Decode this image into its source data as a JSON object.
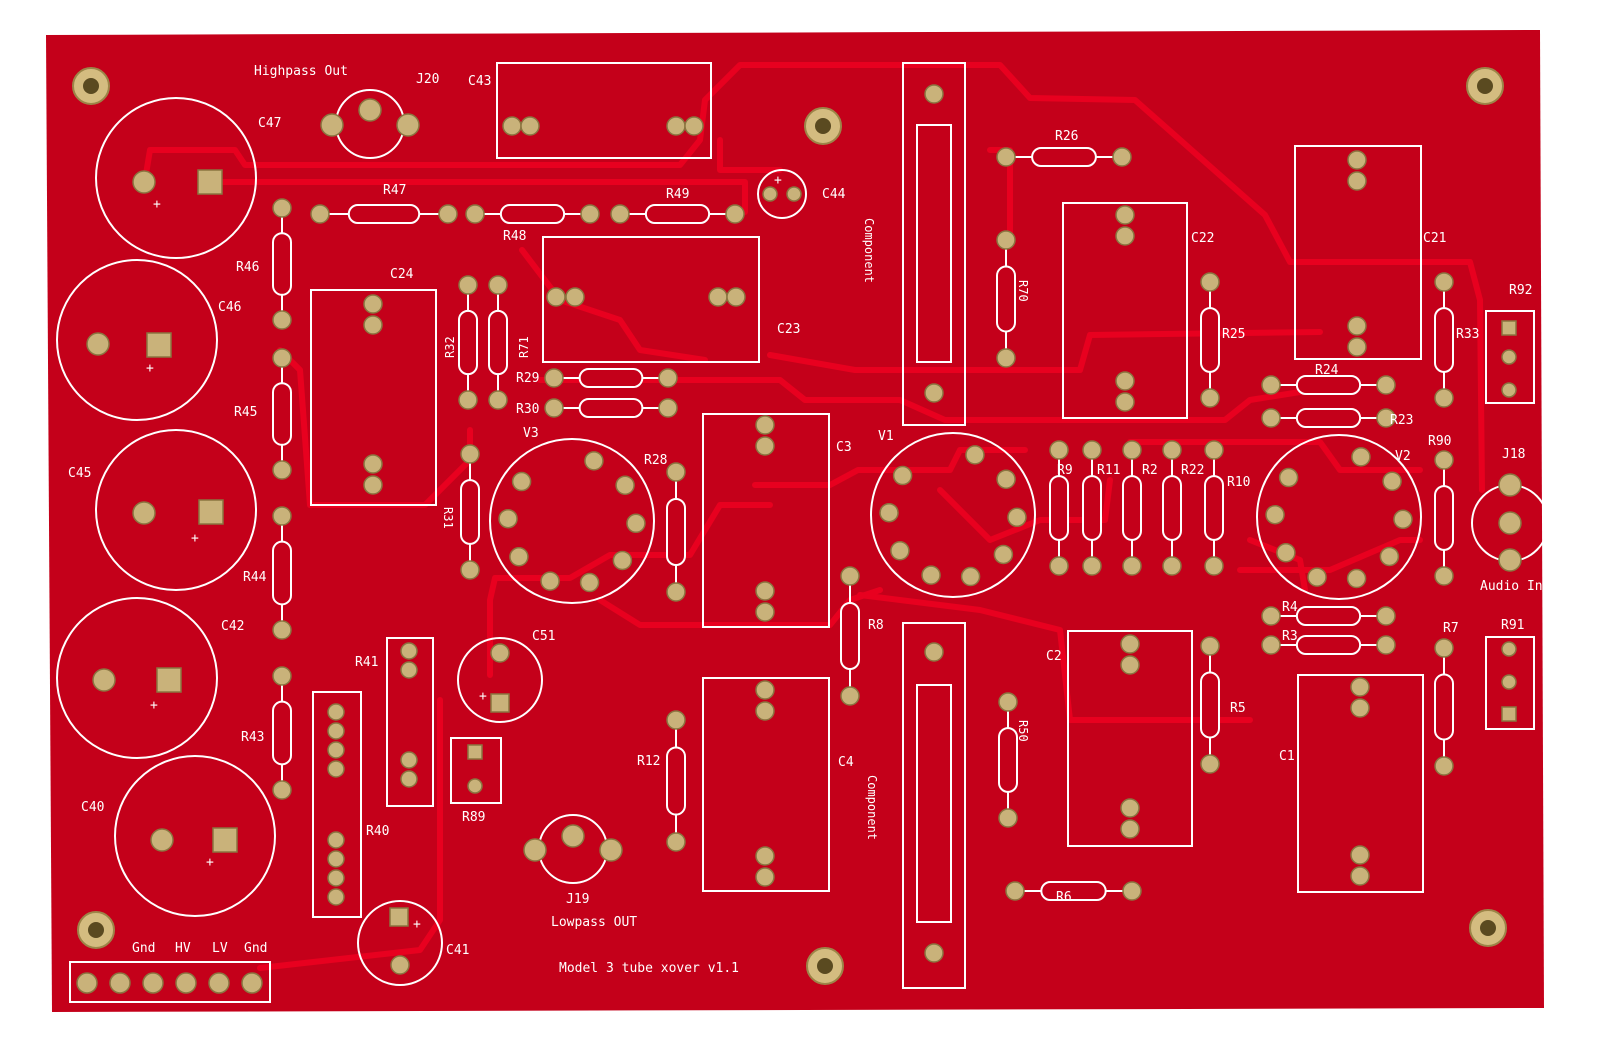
{
  "board": {
    "title": "Model 3 tube xover v1.1",
    "colors": {
      "board": "#c4001a",
      "trace": "#e8001f",
      "silkscreen": "#ffffff",
      "pad": "#c9b27a"
    }
  },
  "connectors": {
    "highpass_out": "Highpass Out",
    "lowpass_out": "Lowpass OUT",
    "audio_in": "Audio In",
    "power": {
      "gnd1": "Gnd",
      "hv": "HV",
      "lv": "LV",
      "gnd2": "Gnd"
    }
  },
  "labels": {
    "J20": "J20",
    "J19": "J19",
    "J18": "J18",
    "C47": "C47",
    "C46": "C46",
    "C45": "C45",
    "C42": "C42",
    "C40": "C40",
    "C41": "C41",
    "C43": "C43",
    "C44": "C44",
    "C24": "C24",
    "C23": "C23",
    "C22": "C22",
    "C21": "C21",
    "C3": "C3",
    "C4": "C4",
    "C2": "C2",
    "C1": "C1",
    "C51": "C51",
    "R47": "R47",
    "R48": "R48",
    "R49": "R49",
    "R46": "R46",
    "R45": "R45",
    "R44": "R44",
    "R43": "R43",
    "R41": "R41",
    "R40": "R40",
    "R89": "R89",
    "R32": "R32",
    "R71": "R71",
    "R29": "R29",
    "R30": "R30",
    "R31": "R31",
    "R28": "R28",
    "R12": "R12",
    "R8": "R8",
    "R26": "R26",
    "R70": "R70",
    "R25": "R25",
    "R24": "R24",
    "R23": "R23",
    "R33": "R33",
    "R92": "R92",
    "R90": "R90",
    "R9": "R9",
    "R11": "R11",
    "R2": "R2",
    "R22": "R22",
    "R10": "R10",
    "R4": "R4",
    "R3": "R3",
    "R7": "R7",
    "R91": "R91",
    "R5": "R5",
    "R50": "R50",
    "R6": "R6",
    "V1": "V1",
    "V2": "V2",
    "V3": "V3",
    "component_top": "Component",
    "component_bottom": "Component"
  }
}
